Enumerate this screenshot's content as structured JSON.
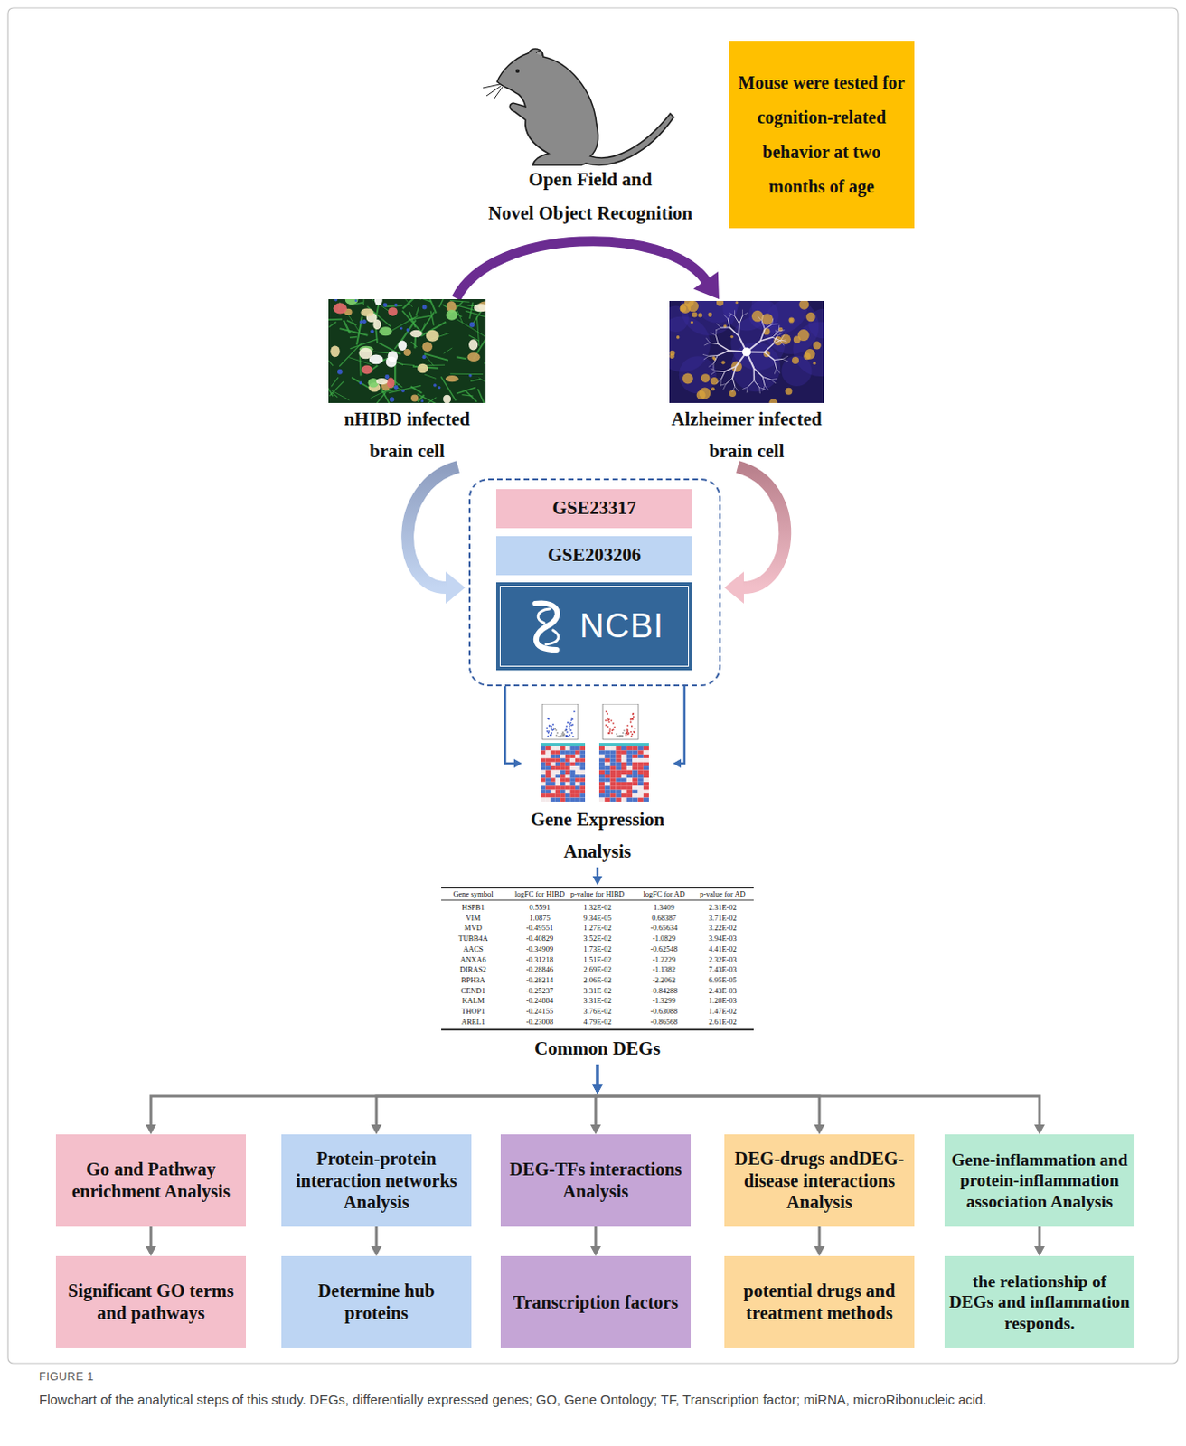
{
  "diagram": {
    "caption": "Flowchart of the analytical steps of this study. DEGs, differentially expressed genes; GO, Gene Ontology; TF, Transcription factor; miRNA, microRibonucleic acid.",
    "nodes": [
      {
        "text": [
          "Mouse were tested for cognition-related behavior at two months of age"
        ]
      },
      {
        "text": [
          "nHIBD infected brain cell"
        ]
      },
      {
        "text": [
          "Alzheimer infected brain cell"
        ]
      },
      {
        "text": []
      },
      {
        "text": [
          "GSE23317"
        ],
        "in": 3
      },
      {
        "text": [
          "GSE203206"
        ],
        "in": 3
      },
      {
        "text": [
          "NCBI"
        ],
        "in": 3
      },
      {
        "text": [
          "Gene Expression Analysis"
        ]
      },
      {
        "text": [
          "Common DEGs"
        ]
      },
      {
        "text": [
          "Go and Pathway enrichment Analysis"
        ]
      },
      {
        "text": [
          "Protein-protein interaction networks Analysis"
        ]
      },
      {
        "text": [
          "DEG-TFs interactions Analysis"
        ]
      },
      {
        "text": [
          "DEG-drugs andDEG-disease interactions Analysis"
        ]
      },
      {
        "text": [
          "Gene-inflammation and protein-inflammation association Analysis"
        ]
      },
      {
        "text": [
          "Significant GO terms and pathways"
        ]
      },
      {
        "text": [
          "Determine hub proteins"
        ]
      },
      {
        "text": [
          "Transcription factors"
        ]
      },
      {
        "text": [
          "potential drugs and treatment methods"
        ]
      },
      {
        "text": [
          "the relationship of DEGs and inflammation responds."
        ]
      }
    ],
    "edges": [
      {
        "from": 1,
        "to": 2,
        "arrow": "to"
      },
      {
        "from": 1,
        "to": 3,
        "arrow": "to"
      },
      {
        "from": 2,
        "to": 3,
        "arrow": "to"
      },
      {
        "from": 3,
        "to": 7,
        "arrow": "to"
      },
      {
        "from": 3,
        "to": 7,
        "arrow": "to"
      },
      {
        "from": 7,
        "to": 8,
        "arrow": "to"
      },
      {
        "from": 8,
        "to": 9,
        "arrow": "to"
      },
      {
        "from": 8,
        "to": 10,
        "arrow": "to"
      },
      {
        "from": 8,
        "to": 11,
        "arrow": "to"
      },
      {
        "from": 8,
        "to": 12,
        "arrow": "to"
      },
      {
        "from": 8,
        "to": 13,
        "arrow": "to"
      },
      {
        "from": 9,
        "to": 14,
        "arrow": "to"
      },
      {
        "from": 10,
        "to": 15,
        "arrow": "to"
      },
      {
        "from": 11,
        "to": 16,
        "arrow": "to"
      },
      {
        "from": 12,
        "to": 17,
        "arrow": "to"
      },
      {
        "from": 13,
        "to": 18,
        "arrow": "to"
      }
    ],
    "labels": [
      "Open Field and",
      "Novel Object Recognition",
      "Gene symbol",
      "logFC for HIBD",
      "p-value for HIBD",
      "logFC for AD",
      "p-value for AD",
      "HSPB1",
      "0.5591",
      "1.32E-02",
      "1.3409",
      "2.31E-02",
      "VIM",
      "1.0875",
      "9.34E-05",
      "0.68387",
      "3.71E-02",
      "MVD",
      "-0.49551",
      "1.27E-02",
      "-0.65634",
      "3.22E-02",
      "TUBB4A",
      "-0.40829",
      "3.52E-02",
      "-1.0829",
      "3.94E-03",
      "AACS",
      "-0.34909",
      "1.73E-02",
      "-0.62548",
      "4.41E-02",
      "ANXA6",
      "-0.31218",
      "1.51E-02",
      "-1.2229",
      "2.32E-03",
      "DIRAS2",
      "-0.28846",
      "2.69E-02",
      "-1.1382",
      "7.43E-03",
      "RPH3A",
      "-0.28214",
      "2.06E-02",
      "-2.2062",
      "6.95E-05",
      "CEND1",
      "-0.25237",
      "3.31E-02",
      "-0.84288",
      "2.43E-03",
      "KALM",
      "-0.24884",
      "3.31E-02",
      "-1.3299",
      "1.28E-03",
      "THOP1",
      "-0.24155",
      "3.76E-02",
      "-0.63088",
      "1.47E-02",
      "AREL1",
      "-0.23008",
      "4.79E-02",
      "-0.86568",
      "2.61E-02",
      "FIGURE 1"
    ]
  }
}
